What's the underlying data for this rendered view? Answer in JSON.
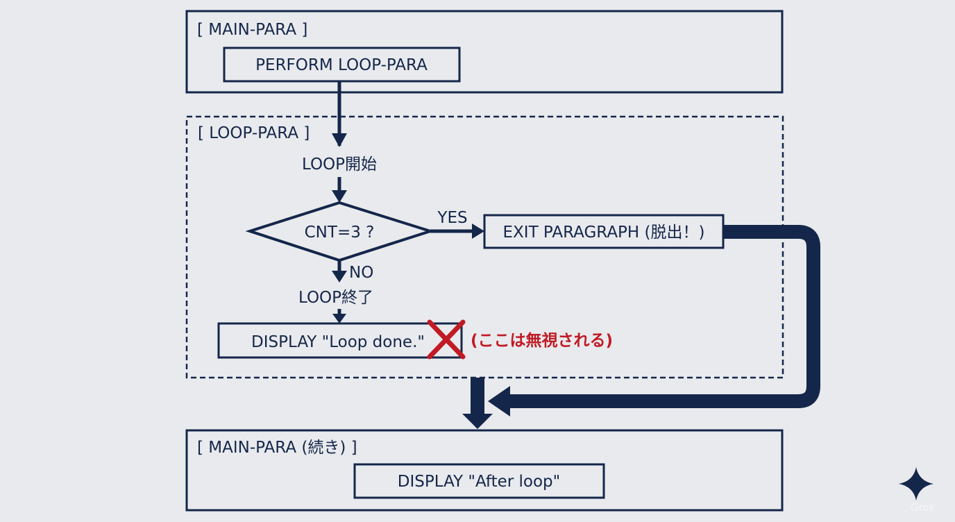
{
  "colors": {
    "navy": "#14264a",
    "red": "#c01a24",
    "background": "#e9eaed"
  },
  "main_para": {
    "title": "[ MAIN-PARA ]",
    "perform": "PERFORM LOOP-PARA"
  },
  "loop_para": {
    "title": "[ LOOP-PARA ]",
    "start": "LOOP開始",
    "condition": "CNT=3 ?",
    "yes_label": "YES",
    "no_label": "NO",
    "exit": "EXIT PARAGRAPH (脱出！)",
    "end": "LOOP終了",
    "display": "DISPLAY \"Loop done.\"",
    "ignored_note": "(ここは無視される)"
  },
  "main_para_cont": {
    "title": "[ MAIN-PARA (続き) ]",
    "display": "DISPLAY \"After loop\""
  },
  "watermark": "Grok"
}
